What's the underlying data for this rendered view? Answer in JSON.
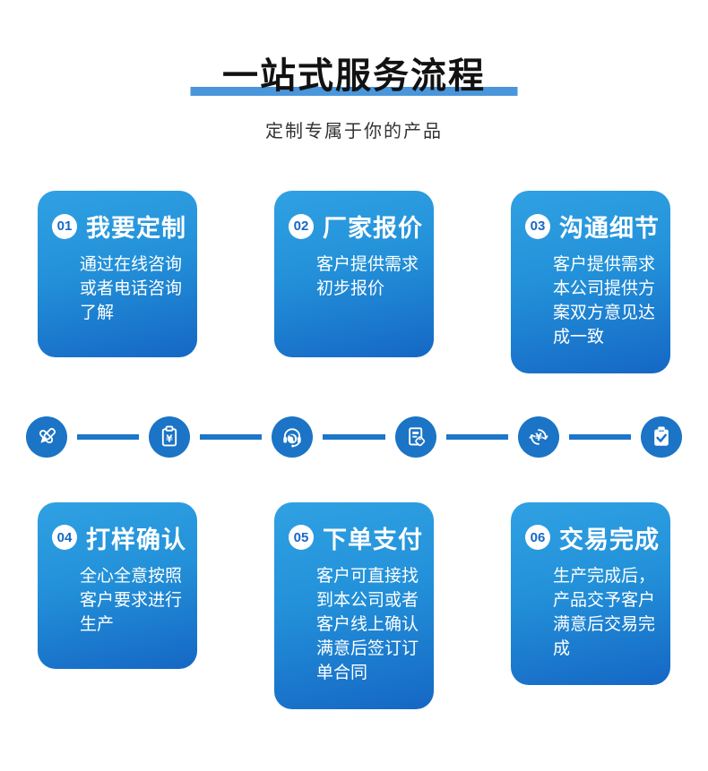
{
  "header": {
    "title": "一站式服务流程",
    "subtitle": "定制专属于你的产品"
  },
  "steps": [
    {
      "num": "01",
      "title": "我要定制",
      "desc": "通过在线咨询或者电话咨询了解"
    },
    {
      "num": "02",
      "title": "厂家报价",
      "desc": "客户提供需求初步报价"
    },
    {
      "num": "03",
      "title": "沟通细节",
      "desc": "客户提供需求本公司提供方案双方意见达成一致"
    },
    {
      "num": "04",
      "title": "打样确认",
      "desc": "全心全意按照客户要求进行生产"
    },
    {
      "num": "05",
      "title": "下单支付",
      "desc": "客户可直接找到本公司或者客户线上确认满意后签订订单合同"
    },
    {
      "num": "06",
      "title": "交易完成",
      "desc": "生产完成后，产品交予客户满意后交易完成"
    }
  ],
  "flow_icons": [
    {
      "name": "design-pens-icon"
    },
    {
      "name": "quote-clipboard-icon"
    },
    {
      "name": "customer-service-headset-icon"
    },
    {
      "name": "order-document-tag-icon"
    },
    {
      "name": "currency-exchange-icon"
    },
    {
      "name": "completed-clipboard-check-icon"
    }
  ],
  "colors": {
    "title_underline": "#4a96db",
    "card_gradient_top": "#30a1e3",
    "card_gradient_bottom": "#1567c4",
    "icon_circle": "#1b74c5",
    "badge_text": "#1668c7"
  }
}
